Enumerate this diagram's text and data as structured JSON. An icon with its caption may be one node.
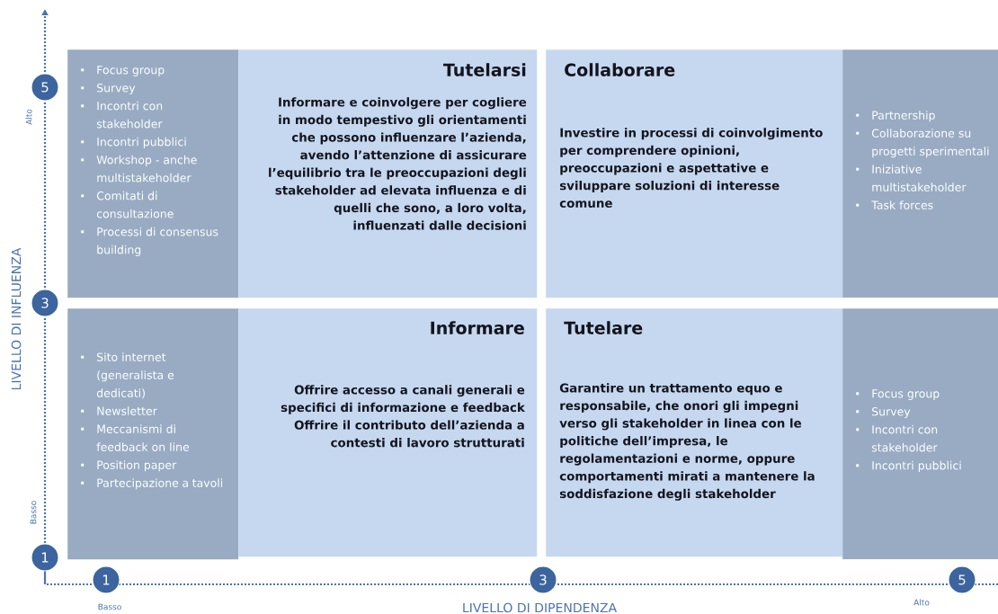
{
  "diagram": {
    "nodes": [
      {
        "text": [
          "Focus group",
          "Survey",
          "Incontri con stakeholder",
          "Incontri pubblici",
          "Workshop - anche multistakeholder",
          "Comitati di consultazione",
          "Processi di consensus building"
        ]
      },
      {
        "text": [
          "Tutelarsi",
          "Informare e coinvolgere per cogliere in modo tempestivo gli orientamenti che possono influenzare l’azienda, avendo l’attenzione di assicurare l’equilibrio tra le preoccupazioni degli stakeholder ad elevata influenza e di quelli che sono, a loro volta, influenzati dalle decisioni"
        ]
      },
      {
        "text": [
          "Collaborare",
          "Investire in processi di coinvolgimento per comprendere opinioni, preoccupazioni e aspettative e sviluppare soluzioni di interesse comune"
        ]
      },
      {
        "text": [
          "Partnership",
          "Collaborazione su progetti sperimentali",
          "Iniziative multistakeholder",
          "Task forces"
        ]
      },
      {
        "text": [
          "Sito internet (generalista e dedicati)",
          "Newsletter",
          "Meccanismi di feedback on line",
          "Position paper",
          "Partecipazione a tavoli"
        ]
      },
      {
        "text": [
          "Informare",
          "Offrire accesso a canali generali e specifici di informazione e feedback",
          "Offrire il contributo dell’azienda a contesti di lavoro strutturati"
        ]
      },
      {
        "text": [
          "Tutelare",
          "Garantire un trattamento equo e responsabile, che onori gli impegni verso gli stakeholder in linea con le politiche dell’impresa, le regolamentazioni e norme, oppure comportamenti mirati a mantenere la soddisfazione degli stakeholder"
        ]
      },
      {
        "text": [
          "Focus group",
          "Survey",
          "Incontri con stakeholder",
          "Incontri pubblici"
        ]
      },
      {
        "text": [
          "5"
        ]
      },
      {
        "text": [
          "3"
        ]
      },
      {
        "text": [
          "1"
        ]
      },
      {
        "text": [
          "1"
        ]
      },
      {
        "text": [
          "3"
        ]
      },
      {
        "text": [
          "5"
        ]
      }
    ],
    "labels": [
      "Alto",
      "LIVELLO DI INFLUENZA",
      "Basso",
      "Basso",
      "LIVELLO DI DIPENDENZA",
      "Alto"
    ]
  }
}
